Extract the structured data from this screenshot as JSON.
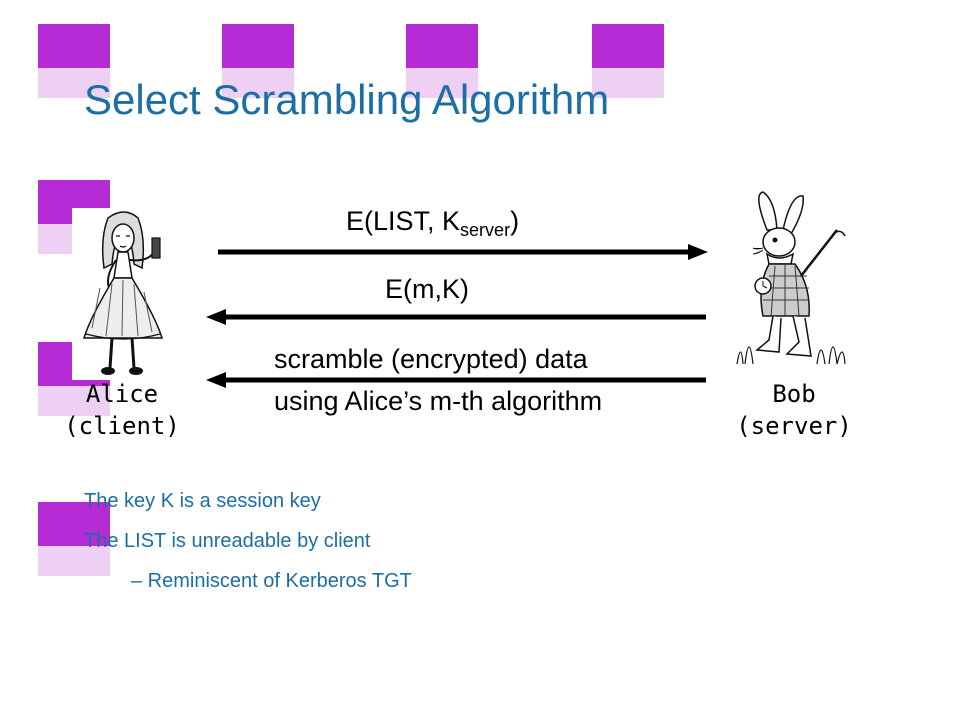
{
  "title": "Select Scrambling Algorithm",
  "alice": {
    "name": "Alice",
    "role": "(client)"
  },
  "bob": {
    "name": "Bob",
    "role": "(server)"
  },
  "messages": {
    "m1_main": "E(LIST, K",
    "m1_sub": "server",
    "m1_close": ")",
    "m2": "E(m,K)",
    "m3_line1": "scramble (encrypted) data",
    "m3_line2": "using Alice’s m-th algorithm"
  },
  "bullets": [
    "The key K is a session key",
    "The LIST is unreadable by client",
    "–  Reminiscent of Kerberos TGT"
  ],
  "colors": {
    "accent": "#b52bd6",
    "accent_light": "#edd0f3",
    "title": "#1c6ea4"
  }
}
